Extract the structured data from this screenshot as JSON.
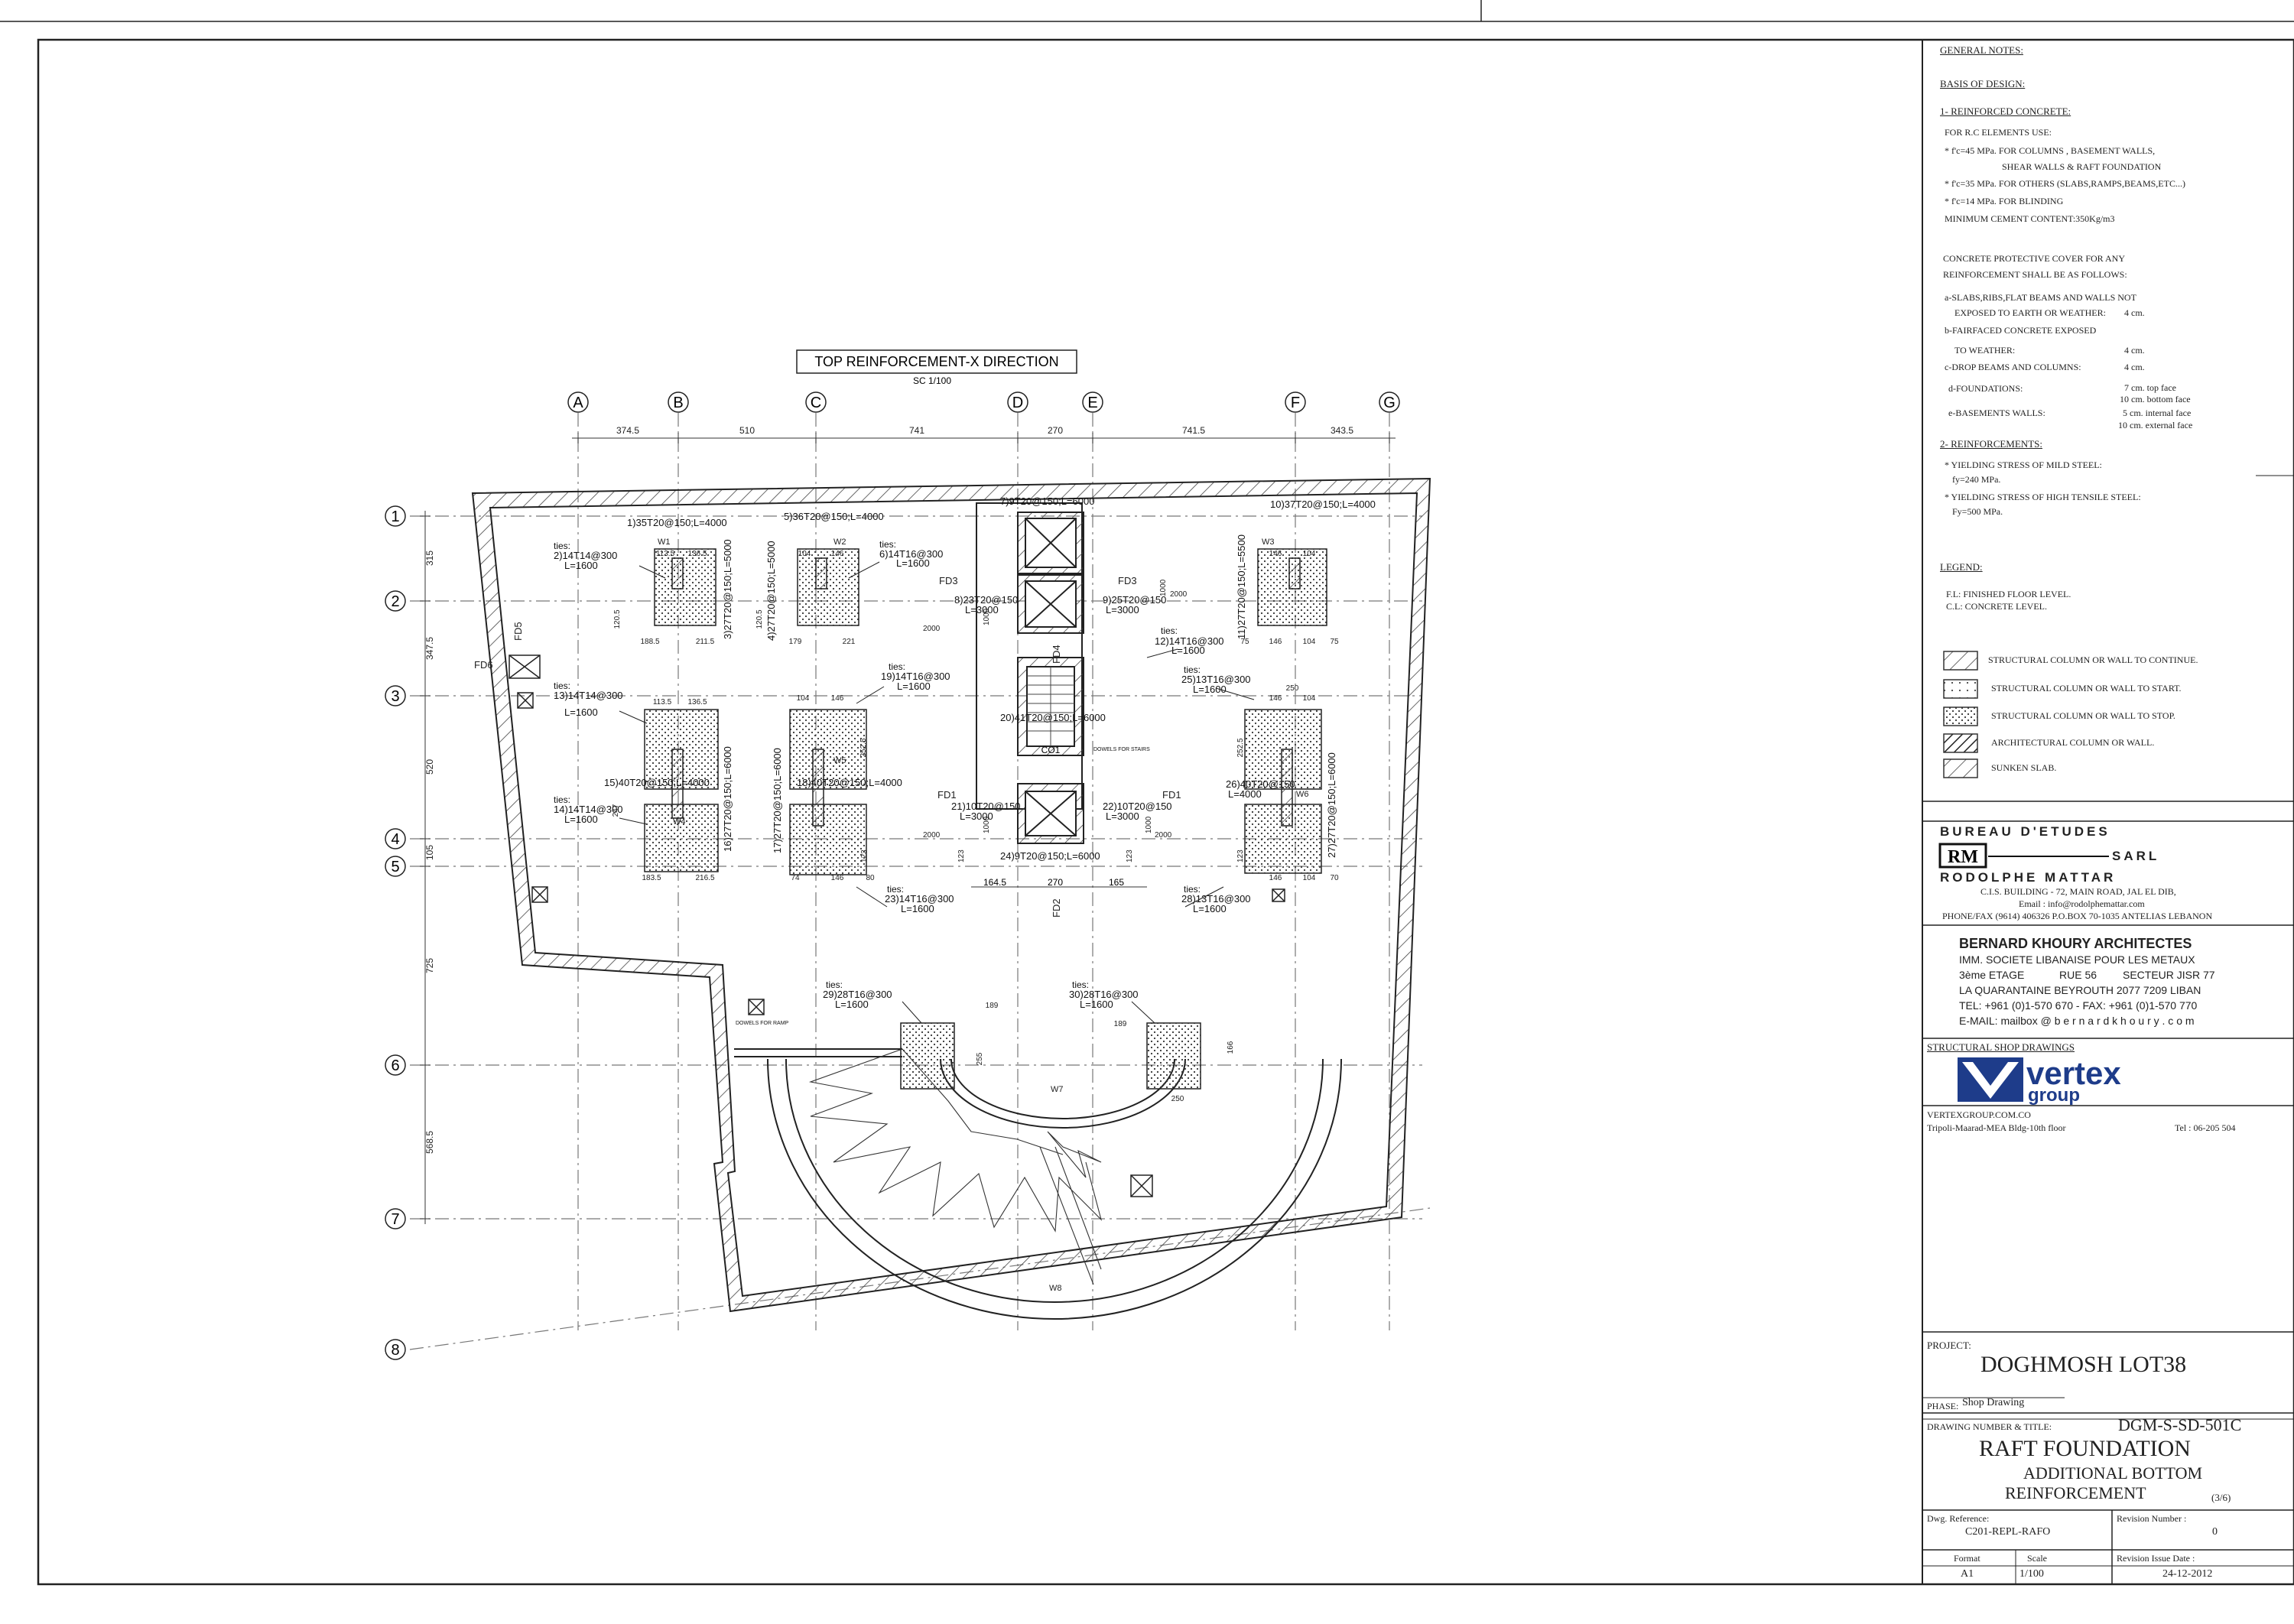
{
  "plan": {
    "title": "TOP REINFORCEMENT-X DIRECTION",
    "scale": "SC 1/100",
    "grid_columns": [
      "A",
      "B",
      "C",
      "D",
      "E",
      "F",
      "G"
    ],
    "grid_rows": [
      "1",
      "2",
      "3",
      "4",
      "5",
      "6",
      "7",
      "8"
    ],
    "col_dims": [
      "374.5",
      "510",
      "741",
      "270",
      "741.5",
      "343.5"
    ],
    "row_dims": [
      "315",
      "347.5",
      "520",
      "105",
      "725",
      "568.5"
    ],
    "panels": {
      "w1": {
        "id": "W1",
        "r1": "113.5",
        "r2": "136.5",
        "b1": "188.5",
        "b2": "211.5",
        "side": "120.5"
      },
      "w2": {
        "id": "W2",
        "r1": "104",
        "r2": "146",
        "b1": "179",
        "b2": "221",
        "side": "120.5"
      },
      "w3": {
        "id": "W3",
        "r1": "146",
        "r2": "104",
        "b1": "75",
        "b2": "146",
        "b3": "104",
        "b4": "75"
      },
      "w4": {
        "id": "W4",
        "r1": "113.5",
        "r2": "136.5",
        "b1": "183.5",
        "b2": "216.5",
        "side": "247"
      },
      "w5": {
        "id": "W5",
        "r1": "104",
        "r2": "146",
        "b1": "74",
        "b2": "146",
        "b3": "80",
        "side": "252.5"
      },
      "w6": {
        "id": "W6",
        "r1": "146",
        "r2": "104",
        "b1": "146",
        "b2": "104",
        "b3": "70",
        "side": "252.5",
        "top": "250"
      },
      "w7": {
        "id": "W7",
        "d1": "189",
        "d2": "255",
        "d3": "250",
        "d4": "189",
        "d5": "166"
      },
      "w8": {
        "id": "W8"
      },
      "co1": {
        "id": "CO1"
      }
    },
    "core_dims": [
      "164.5",
      "270",
      "165"
    ],
    "fd_labels": [
      "FD3",
      "FD3",
      "FD4",
      "FD1",
      "FD1",
      "FD2",
      "FD5",
      "FD6"
    ],
    "small_dims": [
      "2000",
      "2000",
      "2000",
      "2000",
      "1000",
      "1000",
      "1000",
      "1000",
      "123",
      "123",
      "123",
      "123"
    ],
    "bars": [
      {
        "id": "b1",
        "text": "1)35T20@150;L=4000"
      },
      {
        "id": "b2",
        "text": "2)14T14@300"
      },
      {
        "id": "b2l",
        "text": "L=1600"
      },
      {
        "id": "b3",
        "text": "3)27T20@150;L=5000"
      },
      {
        "id": "b4",
        "text": "4)27T20@150;L=5000"
      },
      {
        "id": "b5",
        "text": "5)36T20@150;L=4000"
      },
      {
        "id": "b6",
        "text": "6)14T16@300"
      },
      {
        "id": "b6l",
        "text": "L=1600"
      },
      {
        "id": "b7",
        "text": "7)9T20@150;L=6000"
      },
      {
        "id": "b8",
        "text": "8)23T20@150"
      },
      {
        "id": "b8l",
        "text": "L=3000"
      },
      {
        "id": "b9",
        "text": "9)25T20@150"
      },
      {
        "id": "b9l",
        "text": "L=3000"
      },
      {
        "id": "b10",
        "text": "10)37T20@150;L=4000"
      },
      {
        "id": "b11",
        "text": "11)27T20@150;L=5500"
      },
      {
        "id": "b12",
        "text": "12)14T16@300"
      },
      {
        "id": "b12l",
        "text": "L=1600"
      },
      {
        "id": "b13",
        "text": "13)14T14@300"
      },
      {
        "id": "b13l",
        "text": "L=1600"
      },
      {
        "id": "b14",
        "text": "14)14T14@300"
      },
      {
        "id": "b14l",
        "text": "L=1600"
      },
      {
        "id": "b15",
        "text": "15)40T20@150;L=4000"
      },
      {
        "id": "b16",
        "text": "16)27T20@150;L=6000"
      },
      {
        "id": "b17",
        "text": "17)27T20@150;L=6000"
      },
      {
        "id": "b18",
        "text": "18)40T20@150;L=4000"
      },
      {
        "id": "b19",
        "text": "19)14T16@300"
      },
      {
        "id": "b19l",
        "text": "L=1600"
      },
      {
        "id": "b20",
        "text": "20)41T20@150;L=6000"
      },
      {
        "id": "b21",
        "text": "21)10T20@150"
      },
      {
        "id": "b21l",
        "text": "L=3000"
      },
      {
        "id": "b22",
        "text": "22)10T20@150"
      },
      {
        "id": "b22l",
        "text": "L=3000"
      },
      {
        "id": "b23",
        "text": "23)14T16@300"
      },
      {
        "id": "b23l",
        "text": "L=1600"
      },
      {
        "id": "b24",
        "text": "24)9T20@150;L=6000"
      },
      {
        "id": "b25",
        "text": "25)13T16@300"
      },
      {
        "id": "b25l",
        "text": "L=1600"
      },
      {
        "id": "b26",
        "text": "26)40T20@150"
      },
      {
        "id": "b26l",
        "text": "L=4000"
      },
      {
        "id": "b27",
        "text": "27)27T20@150;L=6000"
      },
      {
        "id": "b28",
        "text": "28)13T16@300"
      },
      {
        "id": "b28l",
        "text": "L=1600"
      },
      {
        "id": "b29",
        "text": "29)28T16@300"
      },
      {
        "id": "b29l",
        "text": "L=1600"
      },
      {
        "id": "b30",
        "text": "30)28T16@300"
      },
      {
        "id": "b30l",
        "text": "L=1600"
      }
    ],
    "ties": "ties:",
    "dowels_core": "DOWELS FOR STAIRS",
    "dowels_ramp": "DOWELS FOR RAMP"
  },
  "general_notes": {
    "heading": "GENERAL NOTES:",
    "basis": "BASIS OF DESIGN:",
    "rc_heading": "1- REINFORCED CONCRETE:",
    "rc_lines": [
      "FOR  R.C  ELEMENTS USE:",
      "* f'c=45 MPa. FOR COLUMNS , BASEMENT WALLS,",
      "SHEAR WALLS & RAFT FOUNDATION",
      "* f'c=35 MPa. FOR OTHERS (SLABS,RAMPS,BEAMS,ETC...)",
      "* f'c=14 MPa. FOR BLINDING",
      "MINIMUM CEMENT CONTENT:350Kg/m3"
    ],
    "cover_lines": [
      "CONCRETE PROTECTIVE COVER FOR ANY",
      "REINFORCEMENT SHALL BE AS FOLLOWS:"
    ],
    "cover_items": [
      {
        "label": "a-SLABS,RIBS,FLAT BEAMS AND WALLS NOT",
        "value": ""
      },
      {
        "label": "EXPOSED TO EARTH OR WEATHER:",
        "value": "4 cm."
      },
      {
        "label": "b-FAIRFACED CONCRETE EXPOSED",
        "value": ""
      },
      {
        "label": "TO WEATHER:",
        "value": "4 cm."
      },
      {
        "label": "c-DROP BEAMS AND COLUMNS:",
        "value": "4 cm."
      },
      {
        "label": "d-FOUNDATIONS:",
        "value": "7 cm. top face"
      },
      {
        "label": "",
        "value": "10 cm. bottom face"
      },
      {
        "label": "e-BASEMENTS WALLS:",
        "value": "5 cm. internal face"
      },
      {
        "label": "",
        "value": "10 cm. external face"
      }
    ],
    "reinf_heading": "2- REINFORCEMENTS:",
    "reinf_lines": [
      "* YIELDING STRESS OF MILD STEEL:",
      "fy=240 MPa.",
      "* YIELDING STRESS OF HIGH TENSILE STEEL:",
      "Fy=500 MPa."
    ],
    "legend_heading": "LEGEND:",
    "legend_abbr": [
      "F.L: FINISHED FLOOR LEVEL.",
      "C.L: CONCRETE LEVEL."
    ],
    "legend_items": [
      "STRUCTURAL COLUMN OR WALL TO CONTINUE.",
      "STRUCTURAL COLUMN OR WALL TO START.",
      "STRUCTURAL COLUMN OR WALL TO STOP.",
      "ARCHITECTURAL COLUMN OR WALL.",
      "SUNKEN SLAB."
    ]
  },
  "consultant": {
    "line1": "BUREAU  D'ETUDES",
    "logo": "RM",
    "sarl": "SARL",
    "name": "RODOLPHE MATTAR",
    "addr1": "C.I.S. BUILDING - 72, MAIN ROAD, JAL EL DIB,",
    "addr2": "Email : info@rodolphemattar.com",
    "addr3": "PHONE/FAX (9614) 406326 P.O.BOX 70-1035 ANTELIAS LEBANON"
  },
  "architect": {
    "name": "BERNARD KHOURY ARCHITECTES",
    "l1": "IMM.   SOCIETE LIBANAISE POUR LES METAUX",
    "l2a": "3ème ETAGE",
    "l2b": "RUE 56",
    "l2c": "SECTEUR JISR 77",
    "l3": "LA QUARANTAINE BEYROUTH 2077 7209 LIBAN",
    "l4": "TEL: +961 (0)1-570 670  -  FAX: +961 (0)1-570 770",
    "l5": "E-MAIL:   mailbox @ b e r n a r d k h o u r y . c o m"
  },
  "shop": {
    "heading": "STRUCTURAL SHOP DRAWINGS",
    "brand1": "vertex",
    "brand2": "group",
    "site": "VERTEXGROUP.COM.CO",
    "address": "Tripoli-Maarad-MEA Bldg-10th floor",
    "tel": "Tel : 06-205 504"
  },
  "project": {
    "label": "PROJECT:",
    "name": "DOGHMOSH LOT38",
    "phase_label": "PHASE:",
    "phase": "Shop Drawing",
    "drawing_label": "DRAWING NUMBER & TITLE:",
    "drawing_number": "DGM-S-SD-501C",
    "title1": "RAFT FOUNDATION",
    "title2": "ADDITIONAL BOTTOM",
    "title3": "REINFORCEMENT",
    "sheet": "(3/6)",
    "ref_label": "Dwg. Reference:",
    "ref": "C201-REPL-RAFO",
    "rev_label": "Revision Number :",
    "rev": "0",
    "format_label": "Format",
    "format": "A1",
    "scale_label": "Scale",
    "scale": "1/100",
    "date_label": "Revision Issue Date :",
    "date": "24-12-2012"
  }
}
